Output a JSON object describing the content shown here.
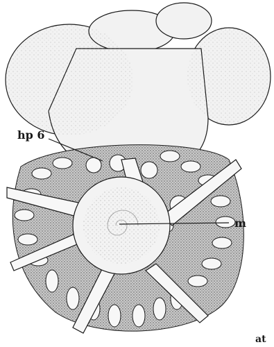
{
  "figure": {
    "labels": {
      "hp6": "hp 6",
      "m": "m",
      "corner": "at"
    },
    "colors": {
      "ink": "#1a1a1a",
      "paper": "#ffffff",
      "lobe": "#f2f2f2",
      "stipple": "#7a7a7a"
    }
  }
}
